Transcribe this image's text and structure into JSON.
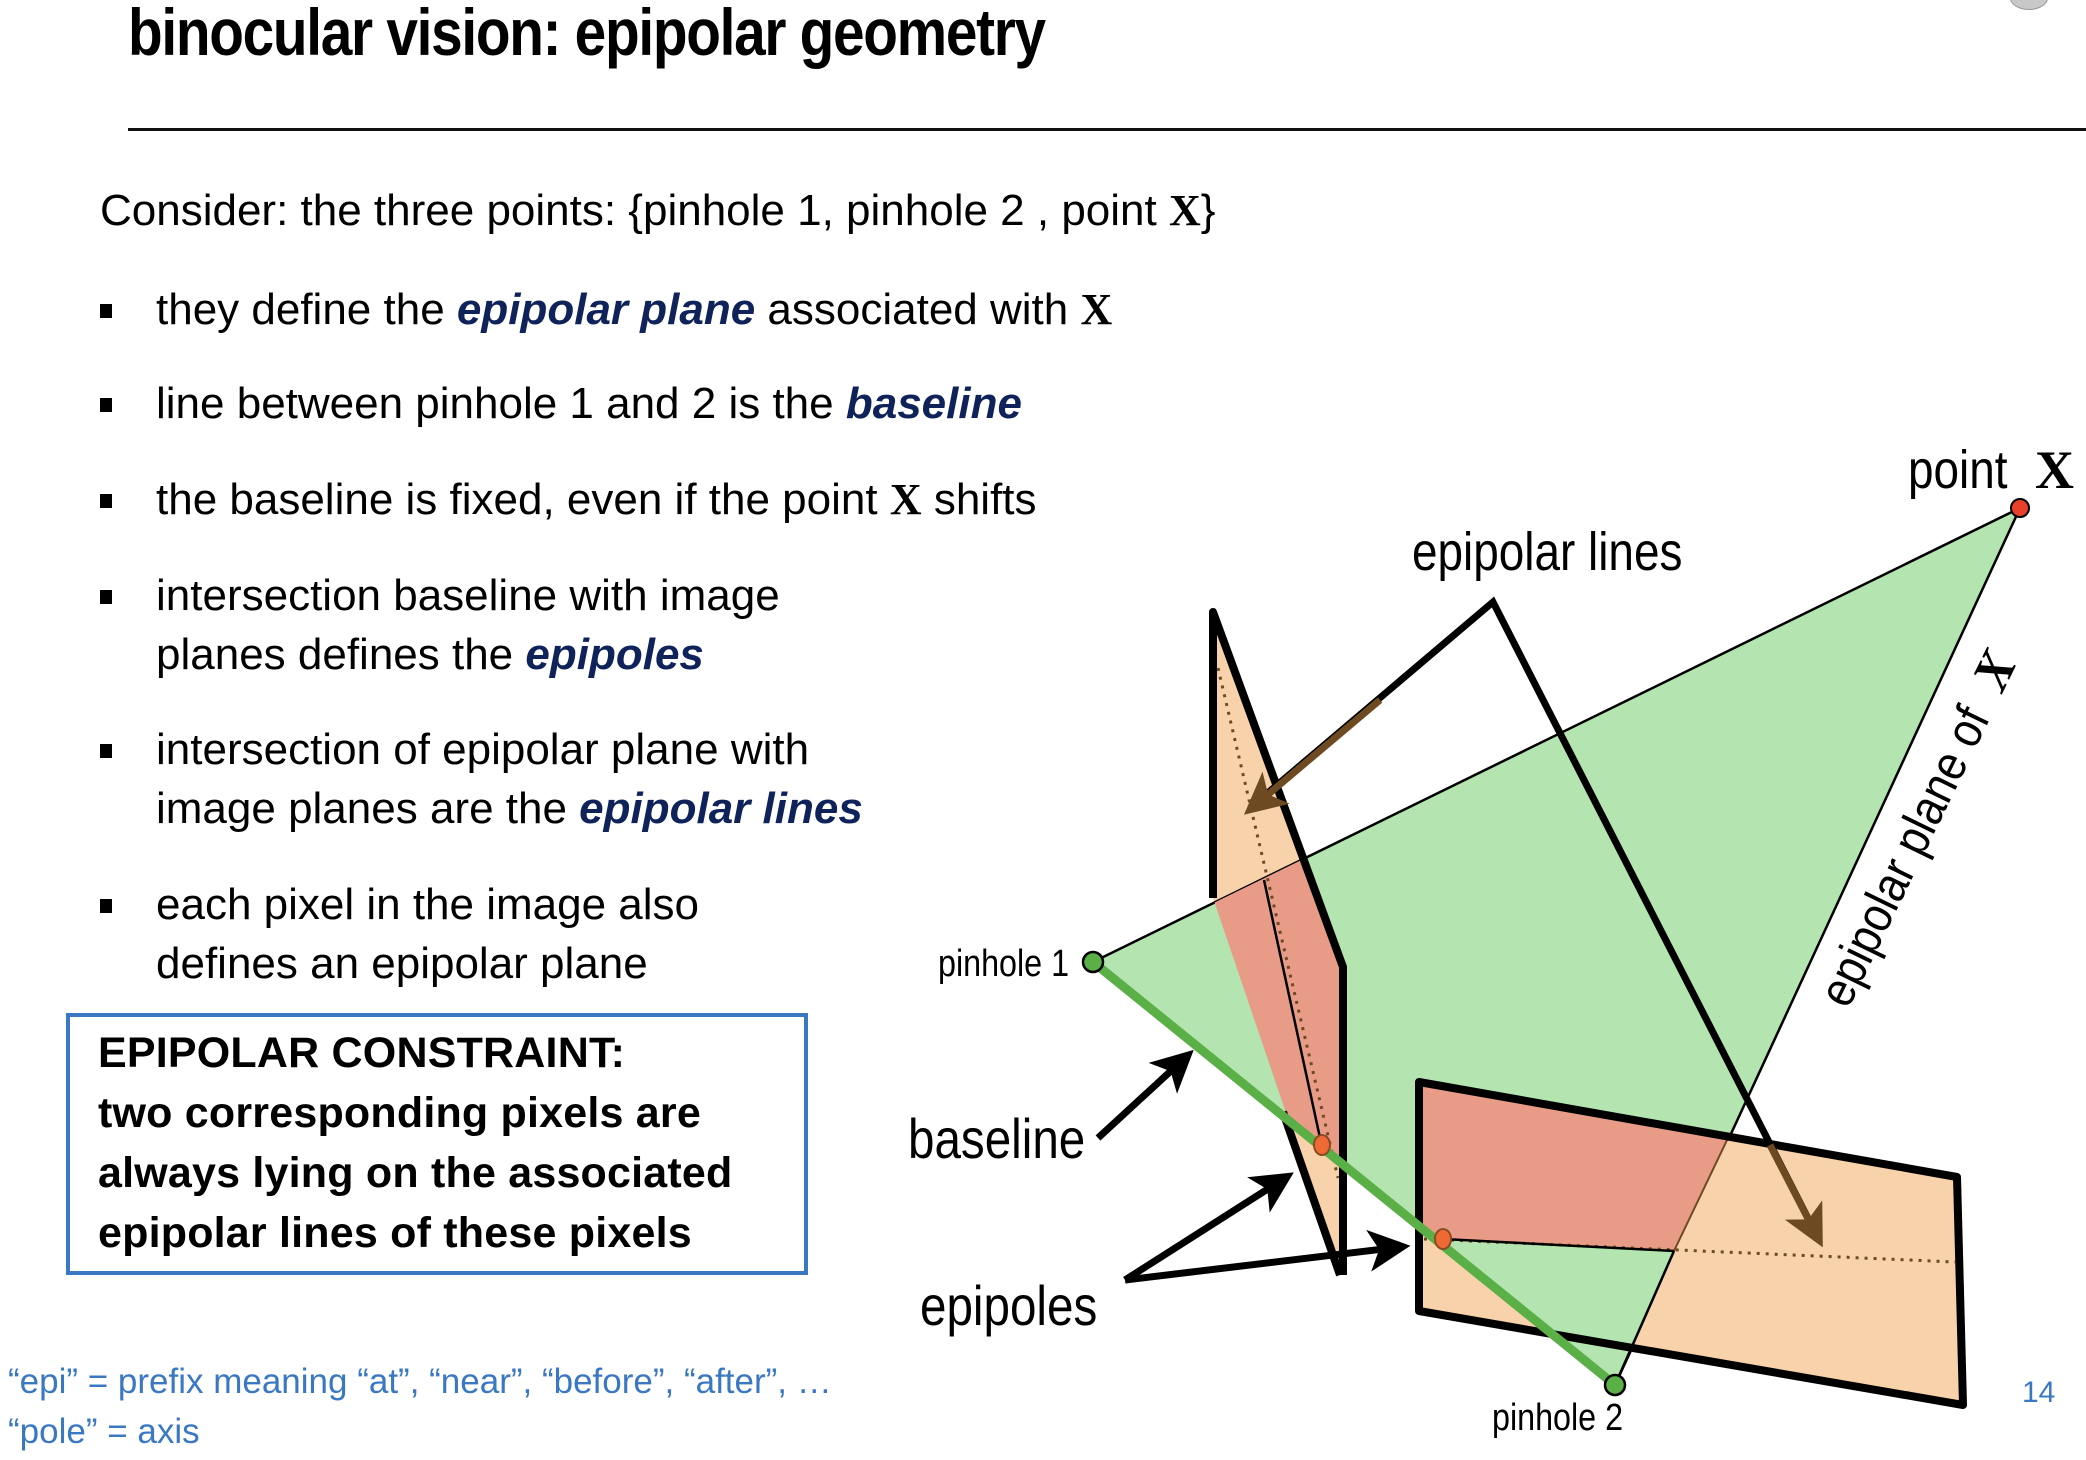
{
  "title": "binocular vision: epipolar geometry",
  "intro": {
    "prefix": "Consider: the three points: {pinhole 1,  pinhole 2 , point ",
    "symbol": "X",
    "suffix": "}"
  },
  "bullets": [
    {
      "parts": [
        {
          "t": "they define the ",
          "s": "plain"
        },
        {
          "t": "epipolar plane",
          "s": "em"
        },
        {
          "t": " associated with ",
          "s": "plain"
        },
        {
          "t": "X",
          "s": "bx"
        }
      ]
    },
    {
      "parts": [
        {
          "t": "line between pinhole 1 and 2 is the ",
          "s": "plain"
        },
        {
          "t": "baseline",
          "s": "em"
        }
      ]
    },
    {
      "parts": [
        {
          "t": "the baseline is fixed, even if the point ",
          "s": "plain"
        },
        {
          "t": "X",
          "s": "bx"
        },
        {
          "t": " shifts",
          "s": "plain"
        }
      ]
    },
    {
      "lines": [
        [
          {
            "t": "intersection baseline with image",
            "s": "plain"
          }
        ],
        [
          {
            "t": "planes defines the ",
            "s": "plain"
          },
          {
            "t": "epipoles",
            "s": "em"
          }
        ]
      ]
    },
    {
      "lines": [
        [
          {
            "t": "intersection of epipolar plane with",
            "s": "plain"
          }
        ],
        [
          {
            "t": "image planes are the ",
            "s": "plain"
          },
          {
            "t": "epipolar lines",
            "s": "em"
          }
        ]
      ]
    },
    {
      "lines": [
        [
          {
            "t": "each pixel in the image also",
            "s": "plain"
          }
        ],
        [
          {
            "t": "defines an epipolar plane",
            "s": "plain"
          }
        ]
      ]
    }
  ],
  "constraint": {
    "lines": [
      "EPIPOLAR CONSTRAINT:",
      "two corresponding pixels are",
      "always lying on the associated",
      "epipolar lines of these pixels"
    ]
  },
  "notes": [
    "“epi” = prefix meaning “at”, “near”, “before”, “after”, …",
    "“pole” = axis"
  ],
  "page_number": "14",
  "diagram": {
    "labels": {
      "point_x": "point",
      "point_x_symbol": "X",
      "epipolar_lines": "epipolar lines",
      "epipolar_plane_of_x": "epipolar plane of ",
      "epipolar_plane_symbol": "X",
      "pinhole1": "pinhole 1",
      "pinhole2": "pinhole 2",
      "baseline": "baseline",
      "epipoles": "epipoles"
    },
    "colors": {
      "epipolar_plane": "#b4e4b0",
      "image_plane": "#f8d2aa",
      "overlap": "#e89c88",
      "baseline": "#5aaf46",
      "pinhole": "#5aaf46",
      "point": "#e8402a",
      "epipole": "#ee6a34",
      "pointer_brown": "#6e4a22",
      "accent_blue": "#3a78c3",
      "emphasis_navy": "#0f2259"
    }
  }
}
